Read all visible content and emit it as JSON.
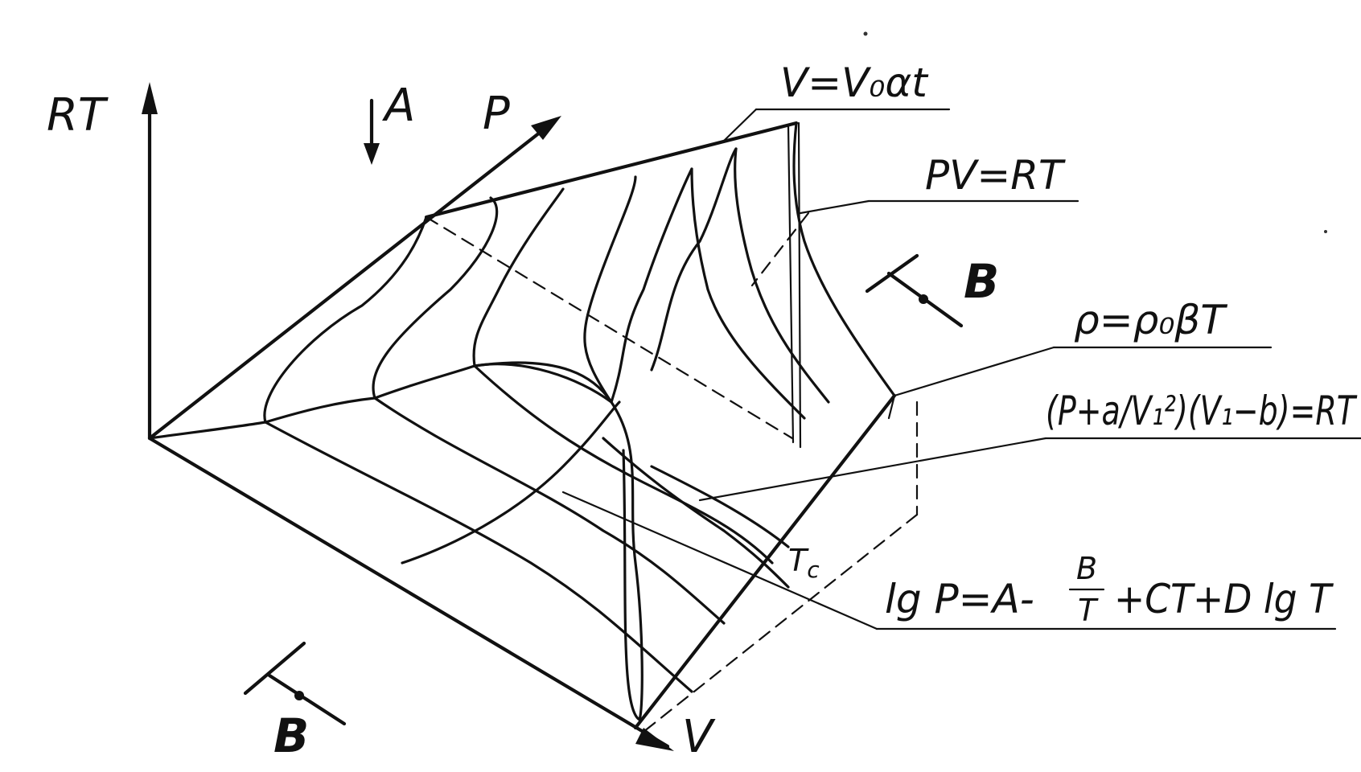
{
  "axes": {
    "vertical": "RT",
    "pressure": "P",
    "volume": "V"
  },
  "view_markers": {
    "top": "A",
    "right": "B",
    "bottom": "B"
  },
  "critical_point": "T",
  "critical_point_sub": "c",
  "equations": {
    "volume_expansion": "V=V₀αt",
    "ideal_gas": "PV=RT",
    "density": "ρ=ρ₀βT",
    "van_der_waals": "(P+a/V₁²)(V₁−b)=RT",
    "vapor_pressure_lhs": "lg P=A-",
    "vapor_pressure_frac_num": "B",
    "vapor_pressure_frac_den": "T",
    "vapor_pressure_rhs": "+CT+D lg T"
  }
}
